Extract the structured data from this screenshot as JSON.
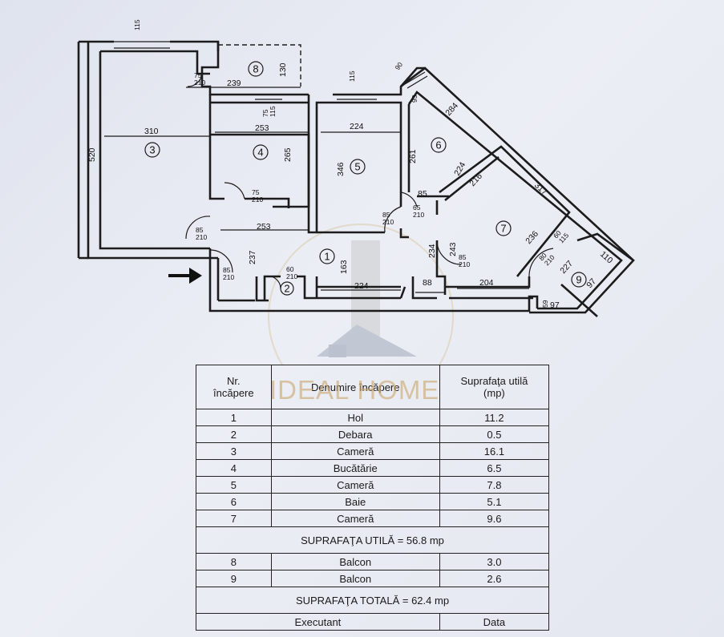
{
  "plan": {
    "room_numbers": [
      "1",
      "2",
      "3",
      "4",
      "5",
      "6",
      "7",
      "8",
      "9"
    ],
    "dims": {
      "d115_top": "115",
      "d75_210_a": "75\n210",
      "d239": "239",
      "d130": "130",
      "d75_115": "75\n115",
      "d310": "310",
      "d520": "520",
      "d253_a": "253",
      "d265": "265",
      "d224_a": "224",
      "d346": "346",
      "d115_b": "115",
      "d90_a": "90",
      "d93": "93",
      "d261": "261",
      "d284": "284",
      "d224_b": "224",
      "d216": "216",
      "d317": "317",
      "d85_a": "85",
      "d65_210": "65\n210",
      "d85_210_a": "85\n210",
      "d75_210_b": "75\n210",
      "d85_210_b": "85\n210",
      "d253_b": "253",
      "d237": "237",
      "d85_210_c": "85\n210",
      "d60_210": "60\n210",
      "d163": "163",
      "d224_c": "224",
      "d88": "88",
      "d204": "204",
      "d234": "234",
      "d243": "243",
      "d85_210_d": "85\n210",
      "d236": "236",
      "d60_115": "60\n115",
      "d80_210": "80\n210",
      "d227": "227",
      "d110": "110",
      "d97_a": "97",
      "d97_b": "97",
      "d59": "59"
    },
    "entrance_arrow": "arrow-right-icon"
  },
  "watermark": {
    "text": "IDEAL HOME",
    "color": "#c9a56a"
  },
  "table": {
    "headers": {
      "nr": "Nr.\nîncăpere",
      "name": "Denumire încăpere",
      "area": "Suprafaţa utilă\n(mp)"
    },
    "rooms": [
      {
        "nr": "1",
        "name": "Hol",
        "area": "11.2"
      },
      {
        "nr": "2",
        "name": "Debara",
        "area": "0.5"
      },
      {
        "nr": "3",
        "name": "Cameră",
        "area": "16.1"
      },
      {
        "nr": "4",
        "name": "Bucătărie",
        "area": "6.5"
      },
      {
        "nr": "5",
        "name": "Cameră",
        "area": "7.8"
      },
      {
        "nr": "6",
        "name": "Baie",
        "area": "5.1"
      },
      {
        "nr": "7",
        "name": "Cameră",
        "area": "9.6"
      }
    ],
    "useful_total": "SUPRAFAŢA UTILĂ = 56.8 mp",
    "balconies": [
      {
        "nr": "8",
        "name": "Balcon",
        "area": "3.0"
      },
      {
        "nr": "9",
        "name": "Balcon",
        "area": "2.6"
      }
    ],
    "grand_total": "SUPRAFAŢA TOTALĂ = 62.4 mp",
    "footer": {
      "executant": "Executant",
      "data": "Data"
    }
  }
}
